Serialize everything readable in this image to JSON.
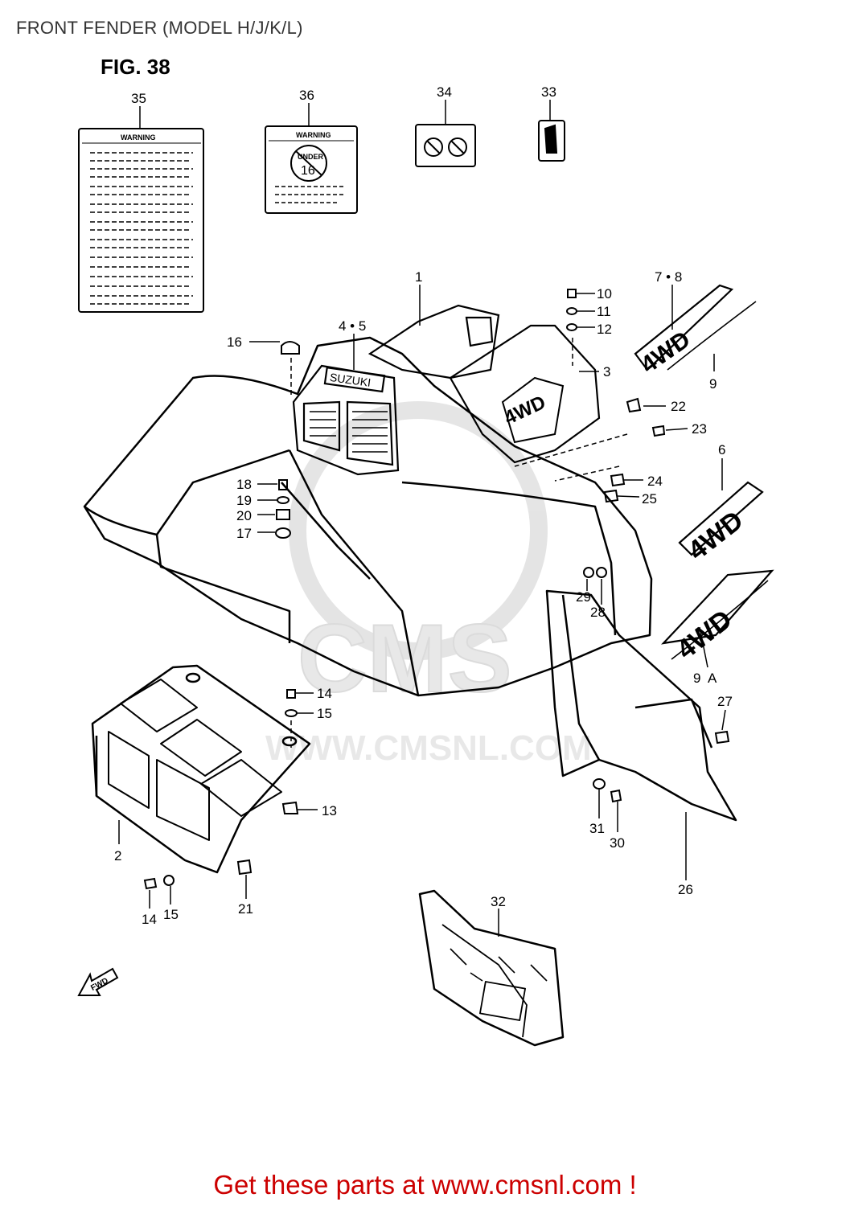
{
  "header": {
    "title": "FRONT FENDER (MODEL H/J/K/L)"
  },
  "figure": {
    "number": "FIG. 38"
  },
  "decals": {
    "warning_text": "WARNING",
    "under_age_line1": "UNDER",
    "under_age_line2": "16",
    "suzuki_badge": "SUZUKI",
    "fwd_arrow": "FWD"
  },
  "watermark": {
    "logo": "CMS",
    "url": "WWW.CMSNL.COM"
  },
  "callouts": [
    {
      "id": "35",
      "text": "35"
    },
    {
      "id": "36",
      "text": "36"
    },
    {
      "id": "34",
      "text": "34"
    },
    {
      "id": "33",
      "text": "33"
    },
    {
      "id": "1",
      "text": "1"
    },
    {
      "id": "7-8",
      "text": "7 • 8"
    },
    {
      "id": "10",
      "text": "10"
    },
    {
      "id": "11",
      "text": "11"
    },
    {
      "id": "12",
      "text": "12"
    },
    {
      "id": "16",
      "text": "16"
    },
    {
      "id": "4-5",
      "text": "4 • 5"
    },
    {
      "id": "3",
      "text": "3"
    },
    {
      "id": "9",
      "text": "9"
    },
    {
      "id": "22",
      "text": "22"
    },
    {
      "id": "23",
      "text": "23"
    },
    {
      "id": "6",
      "text": "6"
    },
    {
      "id": "18",
      "text": "18"
    },
    {
      "id": "19",
      "text": "19"
    },
    {
      "id": "20",
      "text": "20"
    },
    {
      "id": "17",
      "text": "17"
    },
    {
      "id": "24",
      "text": "24"
    },
    {
      "id": "25",
      "text": "25"
    },
    {
      "id": "29",
      "text": "29"
    },
    {
      "id": "28",
      "text": "28"
    },
    {
      "id": "9A",
      "text": "9  A"
    },
    {
      "id": "27",
      "text": "27"
    },
    {
      "id": "14a",
      "text": "14"
    },
    {
      "id": "15a",
      "text": "15"
    },
    {
      "id": "13",
      "text": "13"
    },
    {
      "id": "2",
      "text": "2"
    },
    {
      "id": "31",
      "text": "31"
    },
    {
      "id": "30",
      "text": "30"
    },
    {
      "id": "26",
      "text": "26"
    },
    {
      "id": "14b",
      "text": "14"
    },
    {
      "id": "15b",
      "text": "15"
    },
    {
      "id": "21",
      "text": "21"
    },
    {
      "id": "32",
      "text": "32"
    }
  ],
  "footer": {
    "cta": "Get these parts at www.cmsnl.com !"
  },
  "colors": {
    "title": "#333333",
    "cta": "#cc0000",
    "line": "#000000",
    "watermark": "#dddddd"
  }
}
